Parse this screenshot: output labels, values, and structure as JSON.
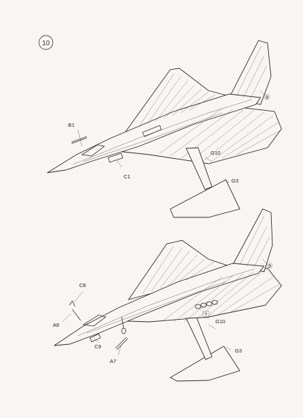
{
  "step": {
    "number": "10"
  },
  "top_view": {
    "labels": {
      "b1": "B1",
      "c1": "C1",
      "g10": "G10",
      "g3": "G3",
      "ref": "9"
    }
  },
  "bottom_view": {
    "labels": {
      "c8": "C8",
      "a8": "A8",
      "c9": "C9",
      "a7": "A7",
      "g10": "G10",
      "g3": "G3",
      "ref": "9",
      "box": "7"
    }
  }
}
